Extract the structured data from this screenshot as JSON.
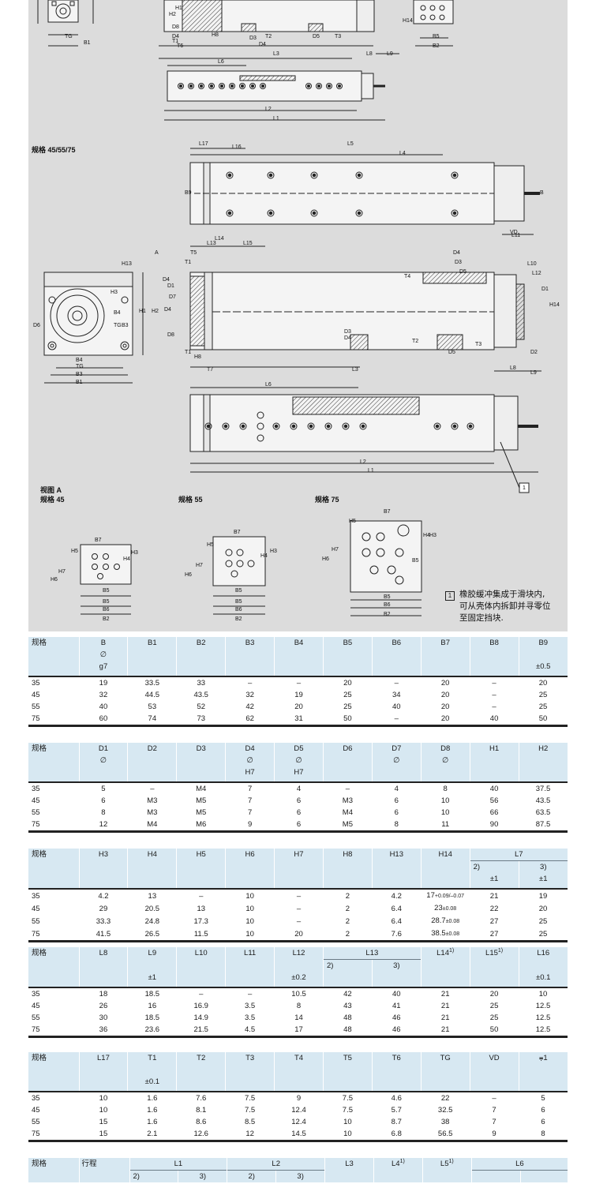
{
  "drawing": {
    "section_label": "规格 45/55/75",
    "view_a_label": "视图 A",
    "size_45_label": "规格 45",
    "size_55_label": "规格 55",
    "size_75_label": "规格 75",
    "note_number": "1",
    "note_lines": [
      "橡胶缓冲集成于滑块内,",
      "可从壳体内拆卸并寻零位",
      "至固定挡块."
    ],
    "dim_labels": {
      "top_front": [
        "H1",
        "H2",
        "D8",
        "D4",
        "T1",
        "T6",
        "H8",
        "D3",
        "T2",
        "D4",
        "L3",
        "D5",
        "T3",
        "L8",
        "L9",
        "H14",
        "B5",
        "B2",
        "B1",
        "TG"
      ],
      "top_plan": [
        "L6",
        "L2",
        "L1"
      ],
      "plan": [
        "L17",
        "L16",
        "L5",
        "L4",
        "B9",
        "B",
        "L14",
        "L13",
        "L15",
        "VD",
        "L11"
      ],
      "front": [
        "A",
        "T5",
        "T1",
        "D4",
        "D1",
        "D7",
        "D4",
        "D8",
        "T1",
        "H8",
        "T7",
        "T4",
        "D4",
        "D3",
        "D5",
        "L10",
        "L12",
        "D1",
        "H14",
        "T2",
        "D3",
        "D4",
        "L3",
        "D5",
        "T3",
        "D2",
        "L8",
        "L9"
      ],
      "end": [
        "H13",
        "H3",
        "B4",
        "TG",
        "B3",
        "H1",
        "H2",
        "D6",
        "B4",
        "TG",
        "B3",
        "B1"
      ],
      "bottom_plan": [
        "L6",
        "L2",
        "L1",
        "1"
      ],
      "view45": [
        "B7",
        "H5",
        "H4",
        "H3",
        "H6",
        "H7",
        "B5",
        "B5",
        "B6",
        "B2"
      ],
      "view55": [
        "B7",
        "H5",
        "H4",
        "H3",
        "H6",
        "H7",
        "B5",
        "B5",
        "B6",
        "B2"
      ],
      "view75": [
        "B7",
        "H5",
        "H4",
        "H3",
        "H6",
        "H7",
        "B5",
        "B5",
        "B6",
        "B2"
      ]
    }
  },
  "table1": {
    "header": [
      "规格",
      "B",
      "B1",
      "B2",
      "B3",
      "B4",
      "B5",
      "B6",
      "B7",
      "B8",
      "B9"
    ],
    "sub1": [
      "",
      "∅",
      "",
      "",
      "",
      "",
      "",
      "",
      "",
      "",
      ""
    ],
    "sub2": [
      "",
      "g7",
      "",
      "",
      "",
      "",
      "",
      "",
      "",
      "",
      "±0.5"
    ],
    "rows": [
      [
        "35",
        "19",
        "33.5",
        "33",
        "–",
        "–",
        "20",
        "–",
        "20",
        "–",
        "20"
      ],
      [
        "45",
        "32",
        "44.5",
        "43.5",
        "32",
        "19",
        "25",
        "34",
        "20",
        "–",
        "25"
      ],
      [
        "55",
        "40",
        "53",
        "52",
        "42",
        "20",
        "25",
        "40",
        "20",
        "–",
        "25"
      ],
      [
        "75",
        "60",
        "74",
        "73",
        "62",
        "31",
        "50",
        "–",
        "20",
        "40",
        "50"
      ]
    ]
  },
  "table2": {
    "header": [
      "规格",
      "D1",
      "D2",
      "D3",
      "D4",
      "D5",
      "D6",
      "D7",
      "D8",
      "H1",
      "H2"
    ],
    "sub1": [
      "",
      "∅",
      "",
      "",
      "∅",
      "∅",
      "",
      "∅",
      "∅",
      "",
      ""
    ],
    "sub2": [
      "",
      "",
      "",
      "",
      "H7",
      "H7",
      "",
      "",
      "",
      "",
      ""
    ],
    "rows": [
      [
        "35",
        "5",
        "–",
        "M4",
        "7",
        "4",
        "–",
        "4",
        "8",
        "40",
        "37.5"
      ],
      [
        "45",
        "6",
        "M3",
        "M5",
        "7",
        "6",
        "M3",
        "6",
        "10",
        "56",
        "43.5"
      ],
      [
        "55",
        "8",
        "M3",
        "M5",
        "7",
        "6",
        "M4",
        "6",
        "10",
        "66",
        "63.5"
      ],
      [
        "75",
        "12",
        "M4",
        "M6",
        "9",
        "6",
        "M5",
        "8",
        "11",
        "90",
        "87.5"
      ]
    ]
  },
  "table3": {
    "header": [
      "规格",
      "H3",
      "H4",
      "H5",
      "H6",
      "H7",
      "H8",
      "H13",
      "H14",
      "L7"
    ],
    "l7_sub": [
      "2)",
      "3)"
    ],
    "l7_tol": [
      "±1",
      "±1"
    ],
    "rows": [
      [
        "35",
        "4.2",
        "13",
        "–",
        "10",
        "–",
        "2",
        "4.2",
        "17+0.09/–0.07",
        "21",
        "19"
      ],
      [
        "45",
        "29",
        "20.5",
        "13",
        "10",
        "–",
        "2",
        "6.4",
        "23±0.08",
        "22",
        "20"
      ],
      [
        "55",
        "33.3",
        "24.8",
        "17.3",
        "10",
        "–",
        "2",
        "6.4",
        "28.7±0.08",
        "27",
        "25"
      ],
      [
        "75",
        "41.5",
        "26.5",
        "11.5",
        "10",
        "20",
        "2",
        "7.6",
        "38.5±0.08",
        "27",
        "25"
      ]
    ]
  },
  "table4": {
    "header": [
      "规格",
      "L8",
      "L9",
      "L10",
      "L11",
      "L12",
      "L13",
      "L14",
      "L15",
      "L16"
    ],
    "l13_sub": [
      "2)",
      "3)"
    ],
    "sup_notes": {
      "L14": "1)",
      "L15": "1)"
    },
    "tol": [
      "",
      "",
      "±1",
      "",
      "",
      "±0.2",
      "",
      "",
      "",
      "±0.1"
    ],
    "rows": [
      [
        "35",
        "18",
        "18.5",
        "–",
        "–",
        "10.5",
        "42",
        "40",
        "21",
        "20",
        "10"
      ],
      [
        "45",
        "26",
        "16",
        "16.9",
        "3.5",
        "8",
        "43",
        "41",
        "21",
        "25",
        "12.5"
      ],
      [
        "55",
        "30",
        "18.5",
        "14.9",
        "3.5",
        "14",
        "48",
        "46",
        "21",
        "25",
        "12.5"
      ],
      [
        "75",
        "36",
        "23.6",
        "21.5",
        "4.5",
        "17",
        "48",
        "46",
        "21",
        "50",
        "12.5"
      ]
    ]
  },
  "table5": {
    "header": [
      "规格",
      "L17",
      "T1",
      "T2",
      "T3",
      "T4",
      "T5",
      "T6",
      "TG",
      "VD",
      "⩦1"
    ],
    "tol": [
      "",
      "",
      "±0.1",
      "",
      "",
      "",
      "",
      "",
      "",
      "",
      ""
    ],
    "rows": [
      [
        "35",
        "10",
        "1.6",
        "7.6",
        "7.5",
        "9",
        "7.5",
        "4.6",
        "22",
        "–",
        "5"
      ],
      [
        "45",
        "10",
        "1.6",
        "8.1",
        "7.5",
        "12.4",
        "7.5",
        "5.7",
        "32.5",
        "7",
        "6"
      ],
      [
        "55",
        "15",
        "1.6",
        "8.6",
        "8.5",
        "12.4",
        "10",
        "8.7",
        "38",
        "7",
        "6"
      ],
      [
        "75",
        "15",
        "2.1",
        "12.6",
        "12",
        "14.5",
        "10",
        "6.8",
        "56.5",
        "9",
        "8"
      ]
    ]
  },
  "table6": {
    "header": [
      "规格",
      "行程",
      "L1",
      "L2",
      "L3",
      "L4",
      "L5",
      "L6"
    ],
    "sup_notes": {
      "L4": "1)",
      "L5": "1)"
    },
    "sub": [
      "2)",
      "3)",
      "2)",
      "3)"
    ]
  },
  "colors": {
    "header_blue": "#d7e8f2",
    "drawing_grey": "#dcdcdc",
    "line": "#222222"
  }
}
